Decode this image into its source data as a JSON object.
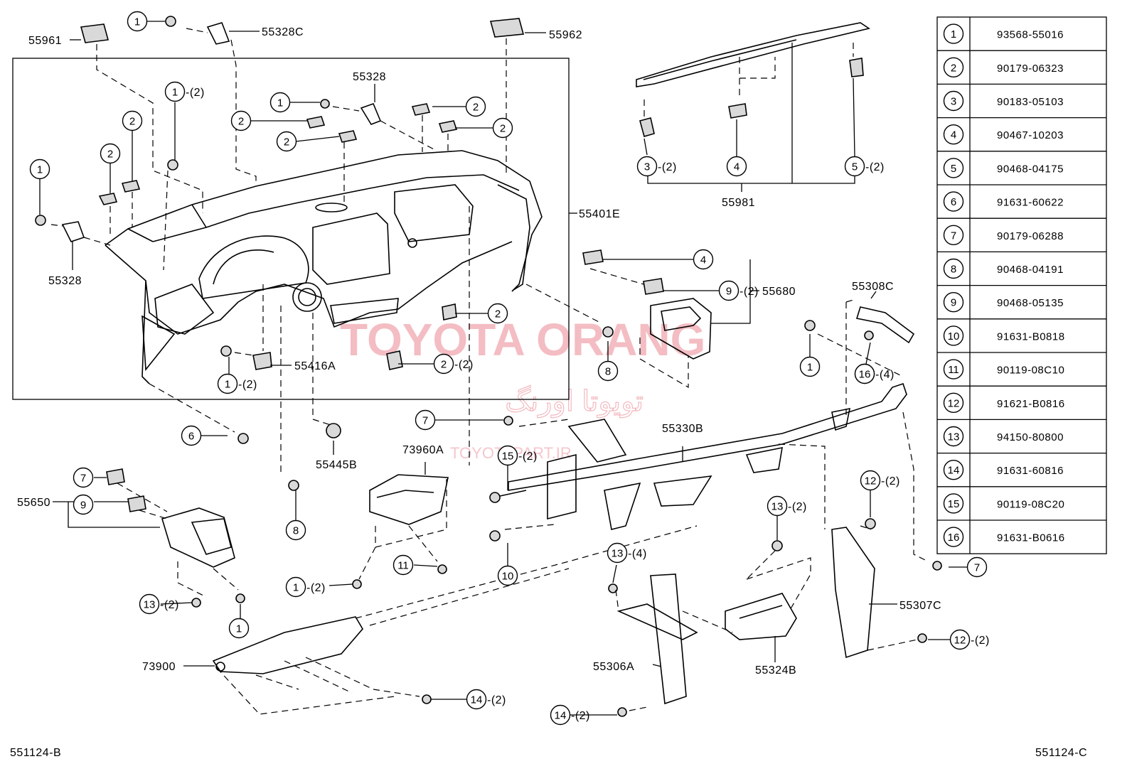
{
  "diagram_code_left": "551124-B",
  "diagram_code_right": "551124-C",
  "watermark": {
    "line1": "TOYOTA ORANG",
    "line2": "تویوتا اورنگ",
    "line3": "TOYOTAPART.IR"
  },
  "parts_table": [
    {
      "ref": "1",
      "part_no": "93568-55016"
    },
    {
      "ref": "2",
      "part_no": "90179-06323"
    },
    {
      "ref": "3",
      "part_no": "90183-05103"
    },
    {
      "ref": "4",
      "part_no": "90467-10203"
    },
    {
      "ref": "5",
      "part_no": "90468-04175"
    },
    {
      "ref": "6",
      "part_no": "91631-60622"
    },
    {
      "ref": "7",
      "part_no": "90179-06288"
    },
    {
      "ref": "8",
      "part_no": "90468-04191"
    },
    {
      "ref": "9",
      "part_no": "90468-05135"
    },
    {
      "ref": "10",
      "part_no": "91631-B0818"
    },
    {
      "ref": "11",
      "part_no": "90119-08C10"
    },
    {
      "ref": "12",
      "part_no": "91621-B0816"
    },
    {
      "ref": "13",
      "part_no": "94150-80800"
    },
    {
      "ref": "14",
      "part_no": "91631-60816"
    },
    {
      "ref": "15",
      "part_no": "90119-08C20"
    },
    {
      "ref": "16",
      "part_no": "91631-B0616"
    }
  ],
  "part_labels": {
    "p55961": "55961",
    "p55328c": "55328C",
    "p55962": "55962",
    "p55328_top": "55328",
    "p55328_left": "55328",
    "p55401e": "55401E",
    "p55416a": "55416A",
    "p55445b": "55445B",
    "p55650": "55650",
    "p73960a": "73960A",
    "p73900": "73900",
    "p55330b": "55330B",
    "p55981": "55981",
    "p55680": "55680",
    "p55308c": "55308C",
    "p55306a": "55306A",
    "p55324b": "55324B",
    "p55307c": "55307C"
  },
  "callouts": [
    {
      "num": "1",
      "qty": ""
    },
    {
      "num": "1",
      "qty": "-(2)"
    },
    {
      "num": "1",
      "qty": ""
    },
    {
      "num": "1",
      "qty": ""
    },
    {
      "num": "1",
      "qty": "-(2)"
    },
    {
      "num": "1",
      "qty": "-(2)"
    },
    {
      "num": "1",
      "qty": ""
    },
    {
      "num": "1",
      "qty": ""
    },
    {
      "num": "2",
      "qty": ""
    },
    {
      "num": "2",
      "qty": ""
    },
    {
      "num": "2",
      "qty": ""
    },
    {
      "num": "2",
      "qty": ""
    },
    {
      "num": "2",
      "qty": ""
    },
    {
      "num": "2",
      "qty": ""
    },
    {
      "num": "2",
      "qty": ""
    },
    {
      "num": "2",
      "qty": "-(2)"
    },
    {
      "num": "3",
      "qty": "-(2)"
    },
    {
      "num": "4",
      "qty": ""
    },
    {
      "num": "5",
      "qty": "-(2)"
    },
    {
      "num": "4",
      "qty": ""
    },
    {
      "num": "9",
      "qty": "-(2)"
    },
    {
      "num": "8",
      "qty": ""
    },
    {
      "num": "6",
      "qty": ""
    },
    {
      "num": "6",
      "qty": ""
    },
    {
      "num": "7",
      "qty": ""
    },
    {
      "num": "9",
      "qty": ""
    },
    {
      "num": "8",
      "qty": ""
    },
    {
      "num": "7",
      "qty": ""
    },
    {
      "num": "15",
      "qty": "-(2)"
    },
    {
      "num": "11",
      "qty": ""
    },
    {
      "num": "10",
      "qty": ""
    },
    {
      "num": "12",
      "qty": "-(2)"
    },
    {
      "num": "13",
      "qty": "-(2)"
    },
    {
      "num": "13",
      "qty": "-(4)"
    },
    {
      "num": "13",
      "qty": "-(2)"
    },
    {
      "num": "7",
      "qty": ""
    },
    {
      "num": "12",
      "qty": "-(2)"
    },
    {
      "num": "14",
      "qty": "-(2)"
    },
    {
      "num": "14",
      "qty": "-(2)"
    },
    {
      "num": "16",
      "qty": "-(4)"
    },
    {
      "num": "7",
      "qty": ""
    }
  ]
}
